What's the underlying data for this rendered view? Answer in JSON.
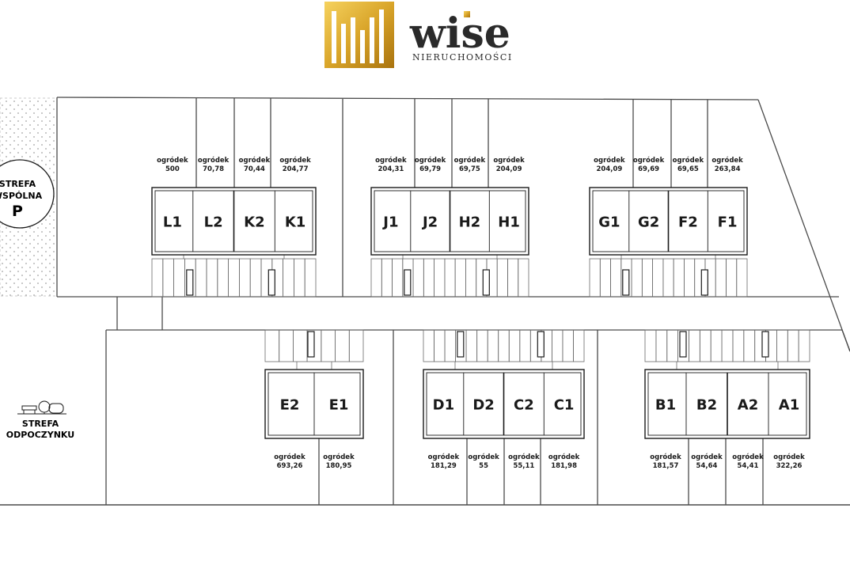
{
  "brand": {
    "name": "wise",
    "tagline": "NIERUCHOMOŚCI",
    "gold": "#c9961c",
    "gold_light": "#f2cc55"
  },
  "colors": {
    "line": "#4a4a4a",
    "dark_line": "#1a1a1a",
    "dots": "#b8b8b8"
  },
  "zones": {
    "common": {
      "line1": "STREFA",
      "line2": "WSPÓLNA",
      "letter": "P"
    },
    "relax": {
      "line1": "STREFA",
      "line2": "ODPOCZYNKU"
    }
  },
  "garden_word": "ogródek",
  "units": {
    "L1": {
      "label": "L1",
      "garden": "500"
    },
    "L2": {
      "label": "L2",
      "garden": "70,78"
    },
    "K2": {
      "label": "K2",
      "garden": "70,44"
    },
    "K1": {
      "label": "K1",
      "garden": "204,77"
    },
    "J1": {
      "label": "J1",
      "garden": "204,31"
    },
    "J2": {
      "label": "J2",
      "garden": "69,79"
    },
    "H2": {
      "label": "H2",
      "garden": "69,75"
    },
    "H1": {
      "label": "H1",
      "garden": "204,09"
    },
    "G1": {
      "label": "G1",
      "garden": "204,09"
    },
    "G2": {
      "label": "G2",
      "garden": "69,69"
    },
    "F2": {
      "label": "F2",
      "garden": "69,65"
    },
    "F1": {
      "label": "F1",
      "garden": "263,84"
    },
    "E2": {
      "label": "E2",
      "garden": "693,26"
    },
    "E1": {
      "label": "E1",
      "garden": "180,95"
    },
    "D1": {
      "label": "D1",
      "garden": "181,29"
    },
    "D2": {
      "label": "D2",
      "garden": "55"
    },
    "C2": {
      "label": "C2",
      "garden": "55,11"
    },
    "C1": {
      "label": "C1",
      "garden": "181,98"
    },
    "B1": {
      "label": "B1",
      "garden": "181,57"
    },
    "B2": {
      "label": "B2",
      "garden": "54,64"
    },
    "A2": {
      "label": "A2",
      "garden": "54,41"
    },
    "A1": {
      "label": "A1",
      "garden": "322,26"
    }
  }
}
